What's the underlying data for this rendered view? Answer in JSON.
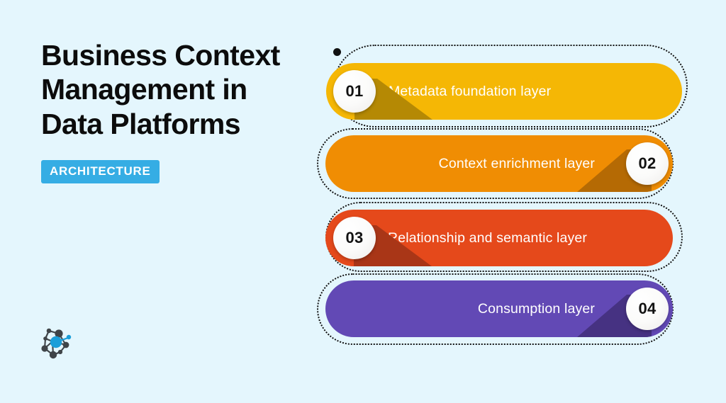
{
  "page": {
    "background_color": "#e4f6fd",
    "title": "Business Context Management in Data Platforms",
    "title_line_1": "Business Context",
    "title_line_2": "Management in",
    "title_line_3": "Data Platforms",
    "kicker": "ARCHITECTURE",
    "kicker_color": "#35ade4",
    "title_color": "#0c0c0c"
  },
  "logo": {
    "name": "network-node-logo",
    "node_color": "#3f4448",
    "accent_color": "#1a9ed9"
  },
  "chart_data": {
    "type": "bar",
    "title": "Business Context Management in Data Platforms",
    "categories": [
      "01",
      "02",
      "03",
      "04"
    ],
    "labels": [
      "Metadata foundation layer",
      "Context enrichment layer",
      "Relationship and semantic layer",
      "Consumption layer"
    ],
    "values": [
      1,
      2,
      3,
      4
    ],
    "xlabel": "",
    "ylabel": "",
    "legend": "none",
    "grid": false
  },
  "layers": [
    {
      "number": "01",
      "label": "Metadata foundation layer",
      "color": "#f5b705",
      "shadow_color": "#b58904",
      "badge_side": "left"
    },
    {
      "number": "02",
      "label": "Context enrichment layer",
      "color": "#f08d03",
      "shadow_color": "#b56a04",
      "badge_side": "right"
    },
    {
      "number": "03",
      "label": "Relationship and semantic layer",
      "color": "#e5491b",
      "shadow_color": "#a93617",
      "badge_side": "left"
    },
    {
      "number": "04",
      "label": "Consumption layer",
      "color": "#6249b5",
      "shadow_color": "#463282",
      "badge_side": "right"
    }
  ]
}
